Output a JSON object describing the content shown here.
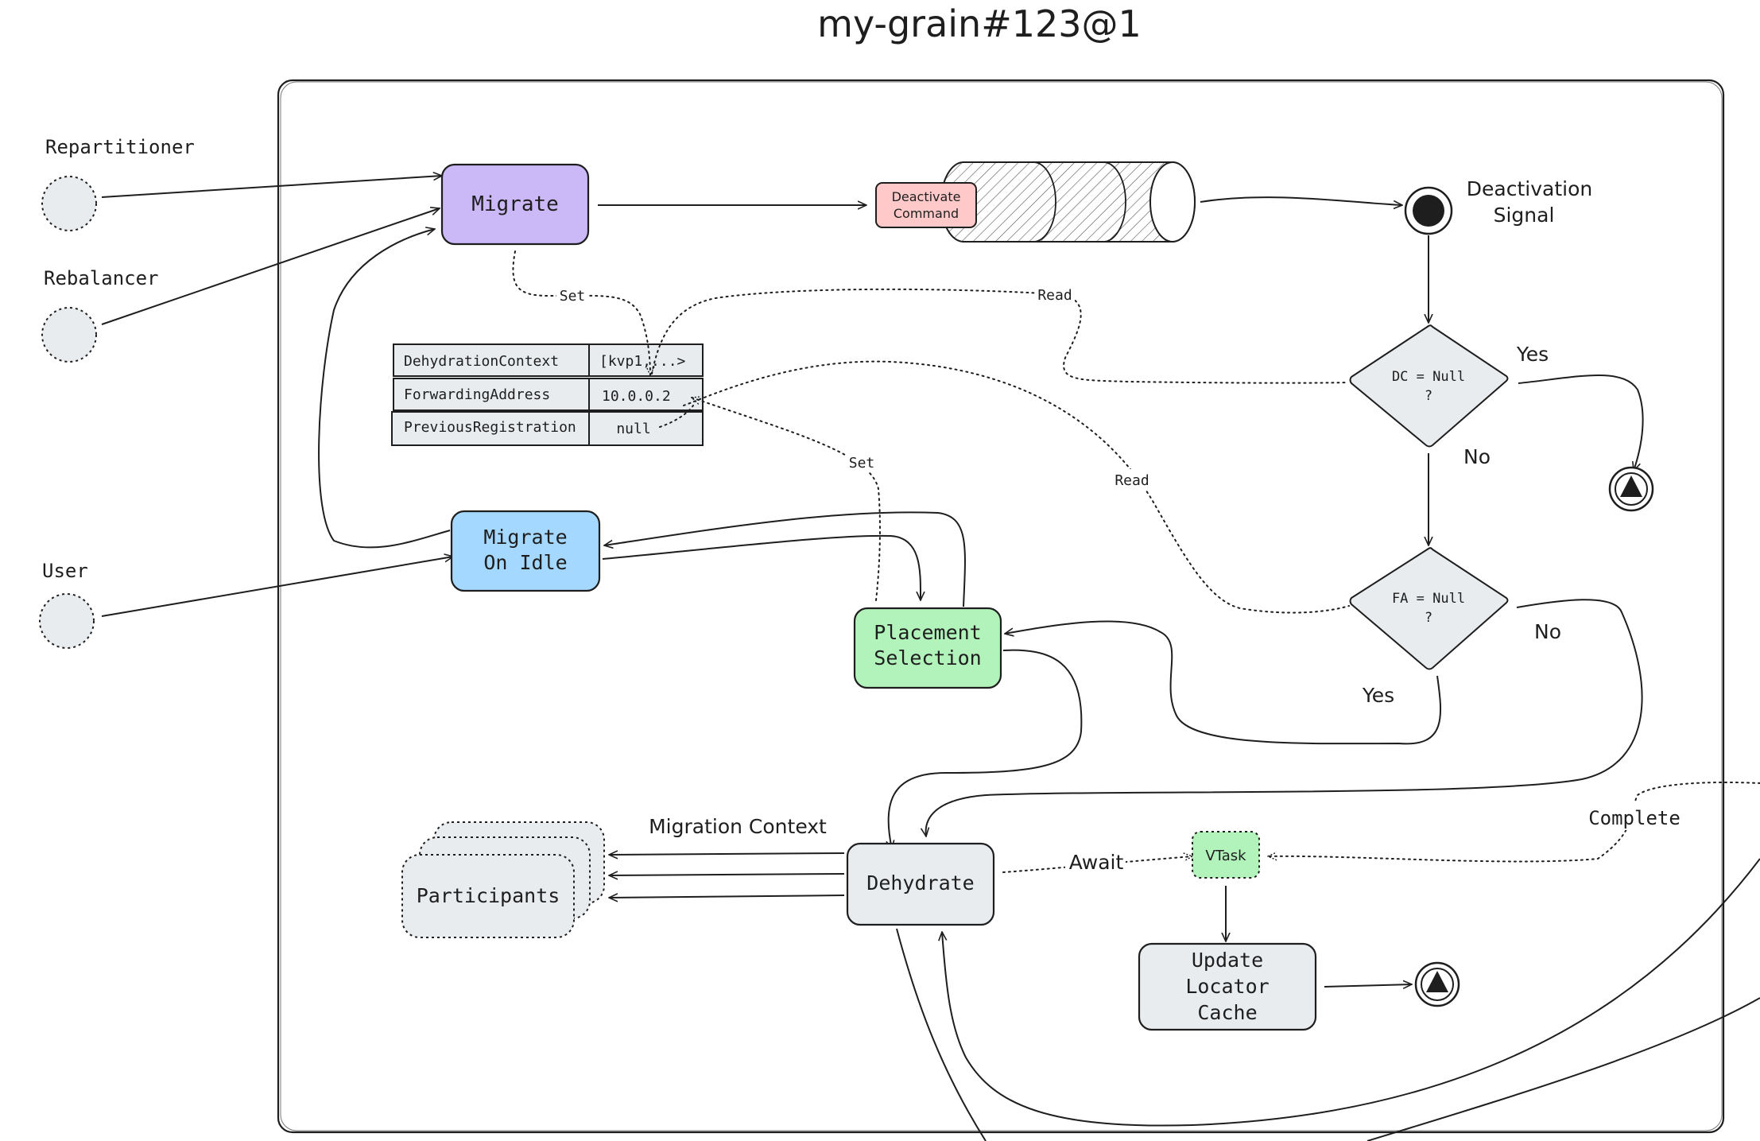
{
  "title": "my-grain#123@1",
  "actors": {
    "repartitioner": "Repartitioner",
    "rebalancer": "Rebalancer",
    "user": "User"
  },
  "nodes": {
    "migrate": "Migrate",
    "migrate_on_idle_line1": "Migrate",
    "migrate_on_idle_line2": "On Idle",
    "deactivate_command_line1": "Deactivate",
    "deactivate_command_line2": "Command",
    "deactivation_signal_line1": "Deactivation",
    "deactivation_signal_line2": "Signal",
    "dc_null_line1": "DC = Null",
    "dc_null_line2": "?",
    "fa_null_line1": "FA = Null",
    "fa_null_line2": "?",
    "placement_selection_line1": "Placement",
    "placement_selection_line2": "Selection",
    "dehydrate": "Dehydrate",
    "participants": "Participants",
    "vtask": "VTask",
    "update_locator_cache_line1": "Update",
    "update_locator_cache_line2": "Locator",
    "update_locator_cache_line3": "Cache"
  },
  "state_table": {
    "rows": [
      {
        "key": "DehydrationContext",
        "value": "[kvp1,...>"
      },
      {
        "key": "ForwardingAddress",
        "value": "10.0.0.2"
      },
      {
        "key": "PreviousRegistration",
        "value": "null"
      }
    ]
  },
  "edge_labels": {
    "set_top": "Set",
    "read_top": "Read",
    "set_mid": "Set",
    "read_mid": "Read",
    "yes_dc": "Yes",
    "no_dc": "No",
    "yes_fa": "Yes",
    "no_fa": "No",
    "migration_context": "Migration Context",
    "await": "Await",
    "complete": "Complete"
  },
  "colors": {
    "migrate": "#cbb8f7",
    "migrate_on_idle": "#a5d8ff",
    "deactivate_command": "#ffc9c9",
    "placement_selection": "#b2f2bb",
    "vtask": "#b2f2bb",
    "neutral_fill": "#e9ecef",
    "stroke": "#1e1e1e"
  }
}
